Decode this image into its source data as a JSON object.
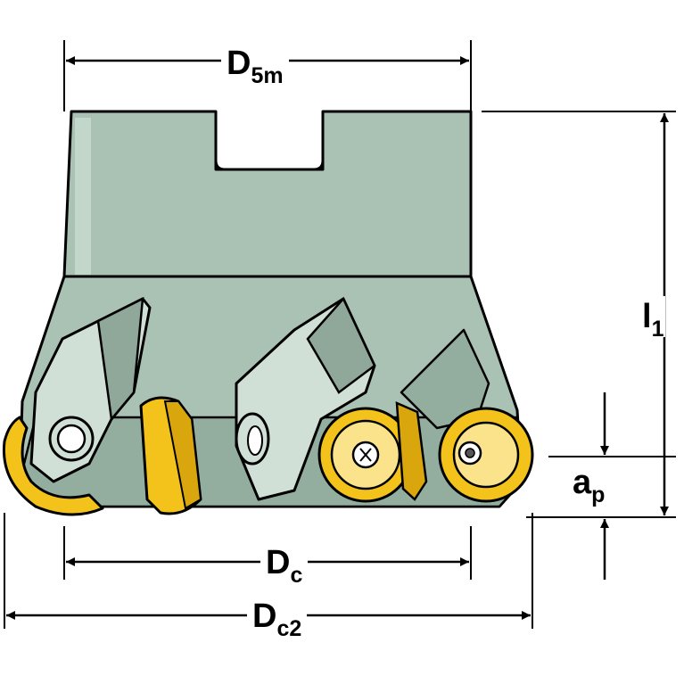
{
  "labels": {
    "d5m": {
      "main": "D",
      "sub": "5m"
    },
    "l1": {
      "main": "l",
      "sub": "1"
    },
    "ap": {
      "main": "a",
      "sub": "p"
    },
    "dc": {
      "main": "D",
      "sub": "c"
    },
    "dc2": {
      "main": "D",
      "sub": "c2"
    }
  },
  "colors": {
    "body": "#a9c2b4",
    "body_dark": "#7f9a8b",
    "body_light": "#d0e0d6",
    "insert": "#f3c21b",
    "insert_light": "#fae38a",
    "outline": "#000000"
  }
}
